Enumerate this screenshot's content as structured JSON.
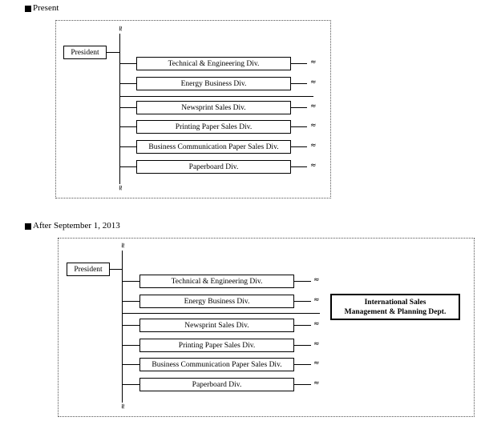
{
  "sections": [
    {
      "heading": "Present",
      "president": "President",
      "divisions": [
        "Technical & Engineering Div.",
        "Energy Business Div.",
        "Newsprint Sales Div.",
        "Printing Paper Sales Div.",
        "Business Communication Paper Sales Div.",
        "Paperboard Div."
      ]
    },
    {
      "heading": "After September 1, 2013",
      "president": "President",
      "divisions": [
        "Technical & Engineering Div.",
        "Energy Business Div.",
        "Newsprint Sales Div.",
        "Printing Paper Sales Div.",
        "Business Communication Paper Sales Div.",
        "Paperboard Div."
      ],
      "new_department": {
        "line1": "International Sales",
        "line2": "Management & Planning Dept."
      }
    }
  ],
  "break_mark": "≈"
}
